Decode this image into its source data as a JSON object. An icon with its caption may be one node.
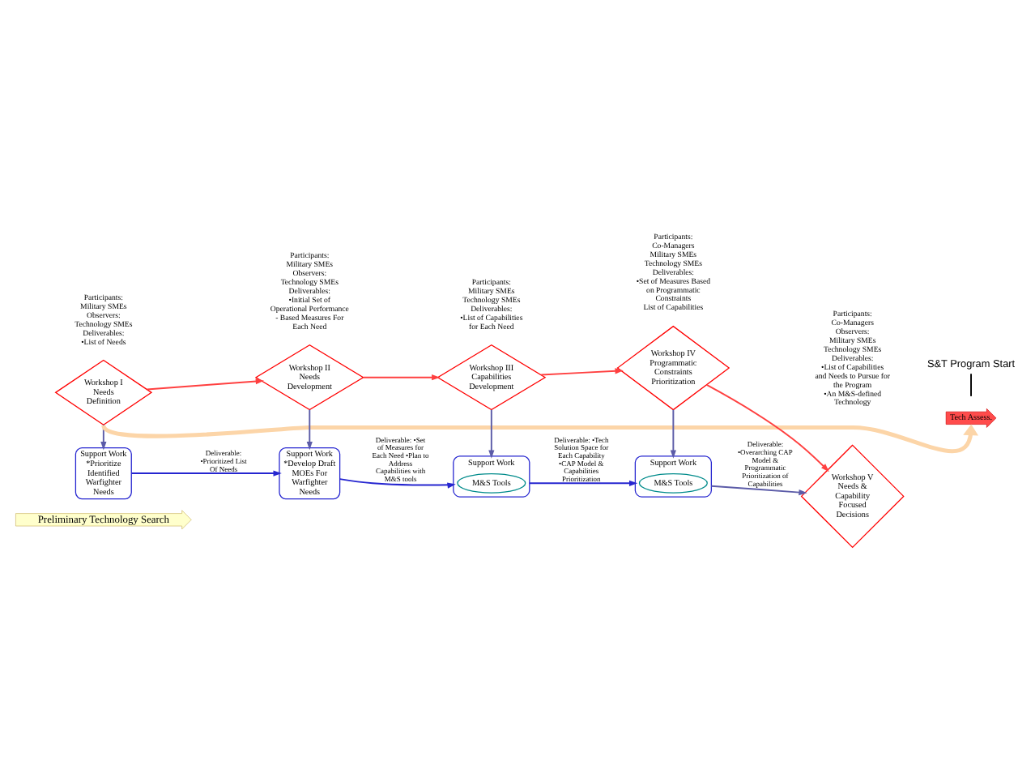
{
  "diagram": {
    "nodes": [
      {
        "text": [
          "Preliminary Technology Search"
        ]
      },
      {
        "text": [
          "Support Work",
          "*Prioritize Identified Warfighter Needs"
        ]
      },
      {
        "text": [
          "Support Work",
          "*Develop Draft MOEs For Warfighter Needs"
        ]
      },
      {
        "text": [
          "Support Work"
        ]
      },
      {
        "text": [
          "M&S Tools"
        ],
        "in": 3
      },
      {
        "text": [
          "Support Work"
        ]
      },
      {
        "text": [
          "M&S Tools"
        ],
        "in": 5
      },
      {
        "text": [
          "Workshop I Needs Definition"
        ],
        "beside": [
          "Participants:",
          "Military SMEs",
          "Observers:",
          "Technology SMEs",
          "Deliverables:",
          "•List of Needs"
        ]
      },
      {
        "text": [
          "Workshop II Needs Development"
        ],
        "beside": [
          "Participants:",
          "Military SMEs",
          "Observers:",
          "Technology SMEs",
          "Deliverables:",
          "•Initial Set of Operational Performance - Based Measures For Each Need"
        ]
      },
      {
        "text": [
          "Workshop III Capabilities Development"
        ],
        "beside": [
          "Participants:",
          "Military SMEs",
          "Technology SMEs",
          "Deliverables:",
          "•List of Capabilities for Each Need"
        ]
      },
      {
        "text": [
          "Workshop IV Programmatic Constraints Prioritization"
        ],
        "beside": [
          "Participants:",
          "Co-Managers",
          "Military SMEs",
          "Technology SMEs",
          "Deliverables:",
          "•Set of Measures Based on Programmatic Constraints",
          "List of Capabilities"
        ]
      },
      {
        "text": [
          "Workshop V Needs & Capability Focused Decisions"
        ],
        "beside": [
          "Participants:",
          "Co-Managers",
          "Observers:",
          "Military SMEs",
          "Technology SMEs",
          "Deliverables:",
          "•List of Capabilities and Needs to Pursue for the Program",
          "•An M&S-defined Technology"
        ]
      },
      {
        "text": [
          "Tech Assess."
        ]
      },
      {
        "text": [
          "S&T Program Start"
        ]
      }
    ],
    "edges": [
      {
        "from": 1,
        "to": 2,
        "arrow": "to",
        "color": "#2626d0",
        "label": "Deliverable: •Prioritized List Of Needs"
      },
      {
        "from": 2,
        "to": 3,
        "arrow": "to",
        "color": "#2626d0",
        "label": "Deliverable: •Set of Measures for Each Need •Plan to Address Capabilities with M&S tools"
      },
      {
        "from": 3,
        "to": 5,
        "arrow": "to",
        "color": "#2626d0",
        "label": "Deliverable: •Tech Solution Space for Each Capability •CAP Model & Capabilities Prioritization"
      },
      {
        "from": 7,
        "to": 1,
        "arrow": "to"
      },
      {
        "from": 8,
        "to": 2,
        "arrow": "to"
      },
      {
        "from": 9,
        "to": 3,
        "arrow": "to"
      },
      {
        "from": 10,
        "to": 5,
        "arrow": "to"
      },
      {
        "from": 5,
        "to": 11,
        "arrow": "to",
        "label": "Deliverable: •Overarching CAP Model & Programmatic Prioritization of Capabilities"
      },
      {
        "from": 7,
        "to": 8,
        "arrow": "to",
        "color": "#ff4040"
      },
      {
        "from": 8,
        "to": 9,
        "arrow": "to",
        "color": "#ff4040"
      },
      {
        "from": 9,
        "to": 10,
        "arrow": "to",
        "color": "#ff4040"
      },
      {
        "from": 10,
        "to": 11,
        "arrow": "to",
        "color": "#ff4040"
      },
      {
        "from": 7,
        "to": 12,
        "arrow": "to",
        "style": "thick",
        "color": "#fcd5a8"
      },
      {
        "from": 13,
        "to": null,
        "arrow": "none",
        "color": "#000000"
      }
    ]
  }
}
